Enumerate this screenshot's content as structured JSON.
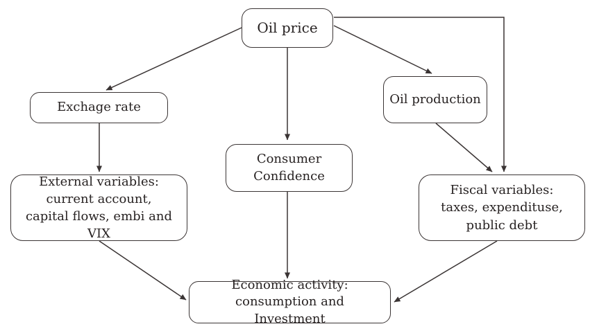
{
  "diagram": {
    "background_color": "#ffffff",
    "line_color": "#3a3434",
    "text_color": "#272222",
    "nodes": {
      "oil_price": {
        "label": "Oil price"
      },
      "exchange_rate": {
        "label": "Exchage rate"
      },
      "oil_production": {
        "label": "Oil production"
      },
      "consumer_confidence": {
        "label": "Consumer Confidence"
      },
      "external_variables": {
        "label": "External variables: current account, capital flows, embi and VIX"
      },
      "fiscal_variables": {
        "label": "Fiscal variables: taxes, expendituse, public debt"
      },
      "economic_activity": {
        "label": "Economic activity: consumption and Investment"
      }
    },
    "edges": [
      {
        "from": "oil_price",
        "to": "exchange_rate"
      },
      {
        "from": "oil_price",
        "to": "consumer_confidence"
      },
      {
        "from": "oil_price",
        "to": "oil_production"
      },
      {
        "from": "oil_price",
        "to": "fiscal_variables"
      },
      {
        "from": "exchange_rate",
        "to": "external_variables"
      },
      {
        "from": "oil_production",
        "to": "fiscal_variables"
      },
      {
        "from": "external_variables",
        "to": "economic_activity"
      },
      {
        "from": "consumer_confidence",
        "to": "economic_activity"
      },
      {
        "from": "fiscal_variables",
        "to": "economic_activity"
      }
    ]
  }
}
